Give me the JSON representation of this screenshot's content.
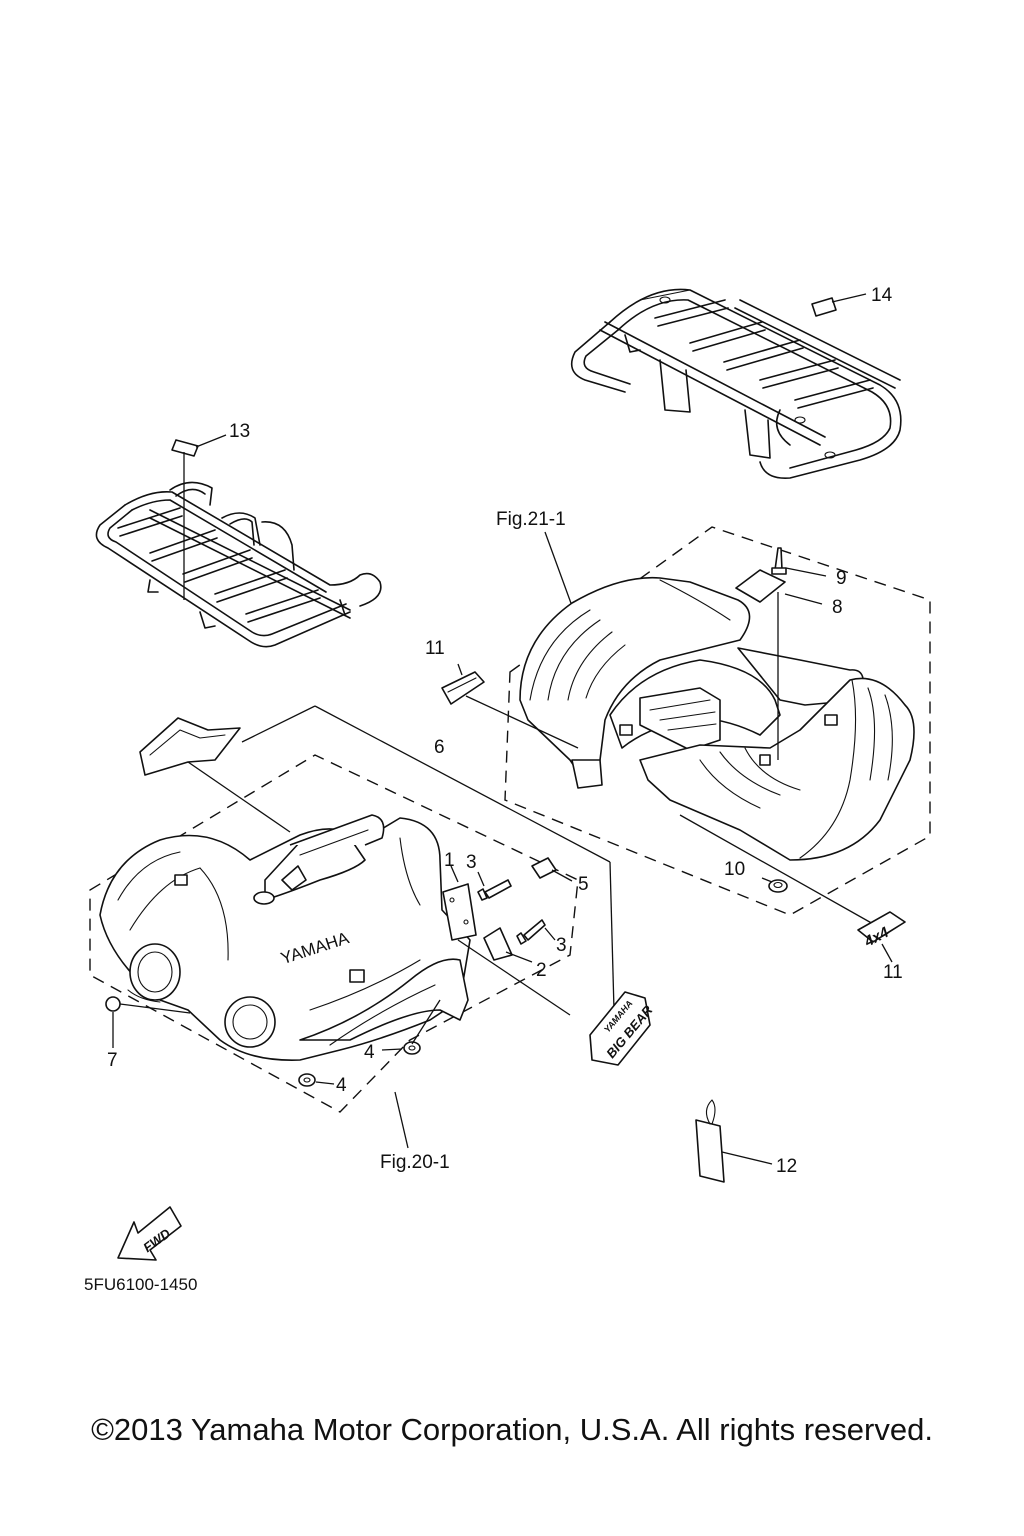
{
  "callouts": {
    "c1": "1",
    "c2": "2",
    "c3a": "3",
    "c3b": "3",
    "c4a": "4",
    "c4b": "4",
    "c5": "5",
    "c6": "6",
    "c7": "7",
    "c8": "8",
    "c9": "9",
    "c10": "10",
    "c11a": "11",
    "c11b": "11",
    "c12": "12",
    "c13": "13",
    "c14": "14"
  },
  "figure_refs": {
    "rear": "Fig.21-1",
    "front": "Fig.20-1"
  },
  "emblems": {
    "four_by_four": "4x4",
    "fwd": "FWD",
    "big_bear_top": "YAMAHA",
    "big_bear": "BIG BEAR"
  },
  "diagram_code": "5FU6100-1450",
  "copyright": "©2013 Yamaha Motor Corporation, U.S.A. All rights reserved."
}
